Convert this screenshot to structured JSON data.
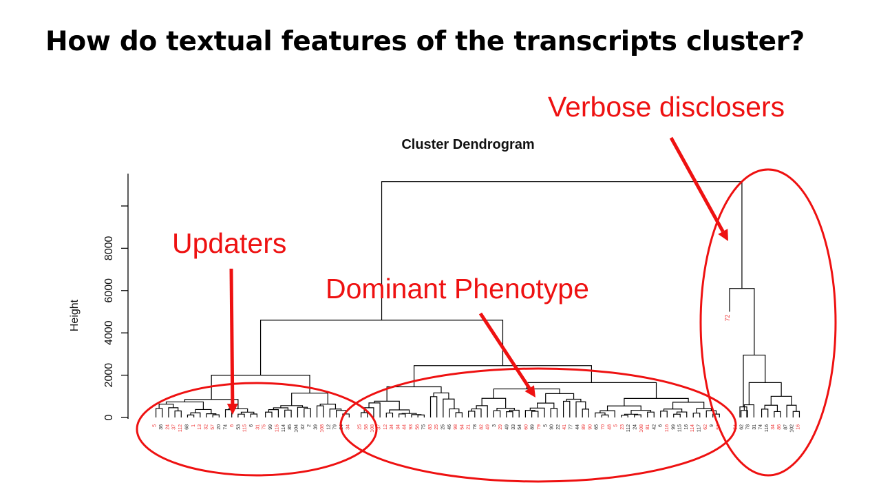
{
  "slide": {
    "title": "How do textual features of the transcripts cluster?"
  },
  "annotations": {
    "verbose": "Verbose disclosers",
    "updaters": "Updaters",
    "dominant": "Dominant Phenotype"
  },
  "colors": {
    "accent_red": "#ee1111",
    "dendrogram_line": "#000000",
    "leaf_label_red": "#ee3333",
    "leaf_label_black": "#222222"
  },
  "chart_data": {
    "type": "dendrogram",
    "title": "Cluster Dendrogram",
    "ylabel": "Height",
    "yticks": [
      0,
      2000,
      4000,
      6000,
      8000
    ],
    "ylim": [
      0,
      11500
    ],
    "grid": false,
    "leaf_labels_visible": [
      {
        "label": "72",
        "height": 5000,
        "color": "red"
      }
    ],
    "merges": [
      {
        "name": "root",
        "height": 11150
      },
      {
        "name": "main-cluster",
        "height": 4600
      },
      {
        "name": "updaters-cluster",
        "height": 2000
      },
      {
        "name": "dominant-cluster",
        "height": 2450
      },
      {
        "name": "verbose-cluster",
        "height": 6100
      },
      {
        "name": "verbose-subcluster",
        "height": 2950
      },
      {
        "name": "verbose-subsubcluster",
        "height": 1650
      },
      {
        "name": "dominant-sub-a",
        "height": 1450
      },
      {
        "name": "dominant-sub-b",
        "height": 1650
      },
      {
        "name": "dominant-sub-b-inner",
        "height": 1350
      },
      {
        "name": "updaters-sub-a",
        "height": 850
      },
      {
        "name": "updaters-sub-b",
        "height": 1150
      }
    ]
  }
}
